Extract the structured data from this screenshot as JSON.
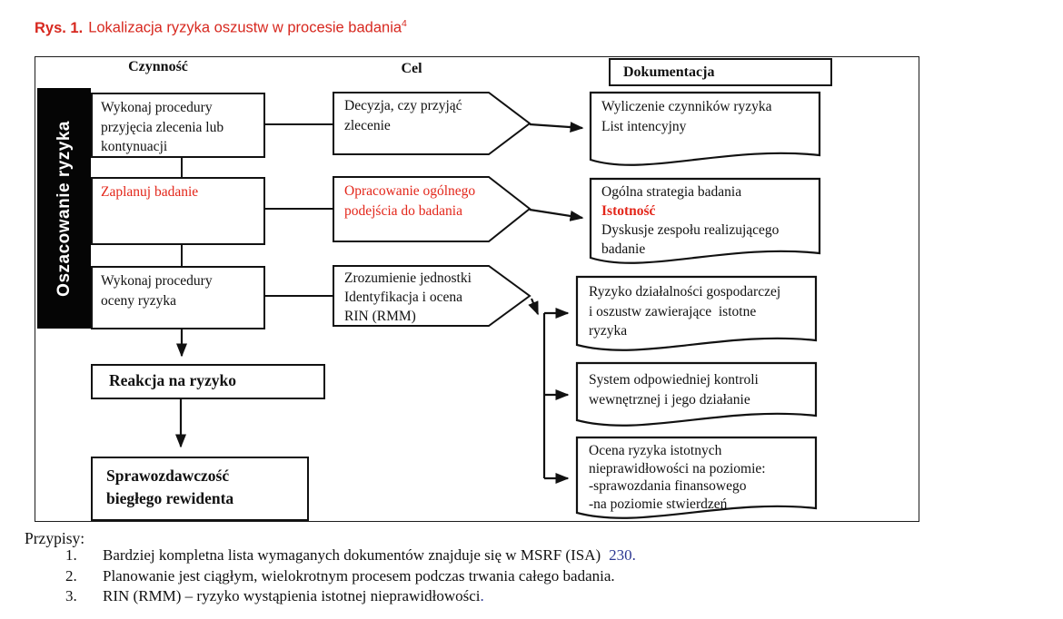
{
  "title": {
    "label": "Rys. 1.",
    "text": "Lokalizacja ryzyka oszustw w procesie badania",
    "footnote_ref": "4"
  },
  "colors": {
    "title_red": "#d7281f",
    "diagram_red": "#e3261a",
    "footnote_blue": "#2c3792",
    "phase_bar_bg": "#050505"
  },
  "diagram": {
    "headers": {
      "activity": "Czynność",
      "goal": "Cel",
      "documentation": "Dokumentacja"
    },
    "phase_label": "Oszacowanie ryzyka",
    "row1": {
      "activity": "Wykonaj procedury\nprzyjęcia zlecenia lub\nkontynuacji",
      "goal": "Decyzja, czy przyjąć\nzlecenie",
      "doc": "Wyliczenie czynników ryzyka\nList intencyjny"
    },
    "row2": {
      "activity": "Zaplanuj badanie",
      "goal": "Opracowanie ogólnego\npodejścia do badania",
      "doc_line1": "Ogólna strategia badania",
      "doc_line2": "Istotność",
      "doc_line3": "Dyskusje zespołu realizującego\nbadanie"
    },
    "row3": {
      "activity": "Wykonaj procedury\noceny ryzyka",
      "goal": "Zrozumienie jednostki\nIdentyfikacja i ocena\nRIN (RMM)",
      "doc_a": "Ryzyko działalności gospodarczej\ni oszustw zawierające  istotne\nryzyka",
      "doc_b": "System odpowiedniej kontroli\nwewnętrznej i jego działanie",
      "doc_c": "Ocena ryzyka istotnych\nnieprawidłowości na poziomie:\n-sprawozdania finansowego\n-na poziomie stwierdzeń"
    },
    "response_box": "Reakcja na ryzyko",
    "reporting_box": "Sprawozdawczość\nbiegłego rewidenta"
  },
  "footnotes": {
    "heading": "Przypisy:",
    "items": [
      {
        "num": "1.",
        "text": "Bardziej kompletna lista wymaganych dokumentów znajduje się w MSRF (ISA)",
        "link": "230."
      },
      {
        "num": "2.",
        "text": "Planowanie jest ciągłym, wielokrotnym procesem podczas trwania całego badania."
      },
      {
        "num": "3.",
        "text": "RIN (RMM) – ryzyko wystąpienia istotnej nieprawidłowości",
        "link": "."
      }
    ]
  }
}
